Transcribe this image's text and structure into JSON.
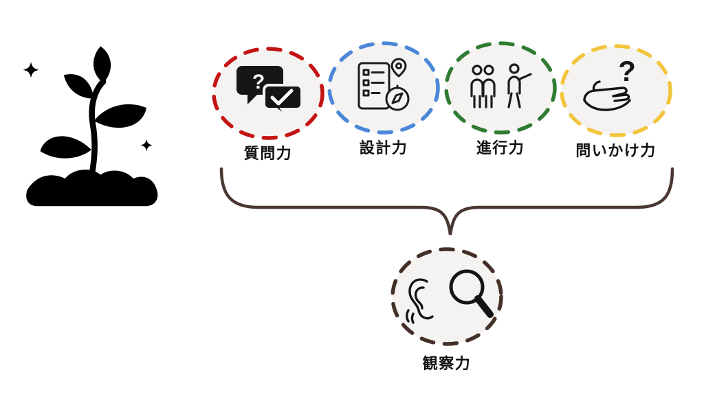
{
  "skills": [
    {
      "label": "質問力",
      "ring_color": "#c41414",
      "icon": "speech-bubbles-question-check-icon"
    },
    {
      "label": "設計力",
      "ring_color": "#4b87d9",
      "icon": "clipboard-plan-compass-icon"
    },
    {
      "label": "進行力",
      "ring_color": "#2f7c33",
      "icon": "people-figures-icon"
    },
    {
      "label": "問いかけ力",
      "ring_color": "#f2c53d",
      "icon": "offering-hand-question-icon"
    }
  ],
  "result": {
    "label": "観察力",
    "ring_color": "#443028",
    "icon": "ear-magnifier-icon"
  },
  "glyphs": {
    "question_mark": "?"
  },
  "connector_color": "#4a3733",
  "circle_fill": "#f4f3f1",
  "plant_icon": "sprout-plant-icon"
}
